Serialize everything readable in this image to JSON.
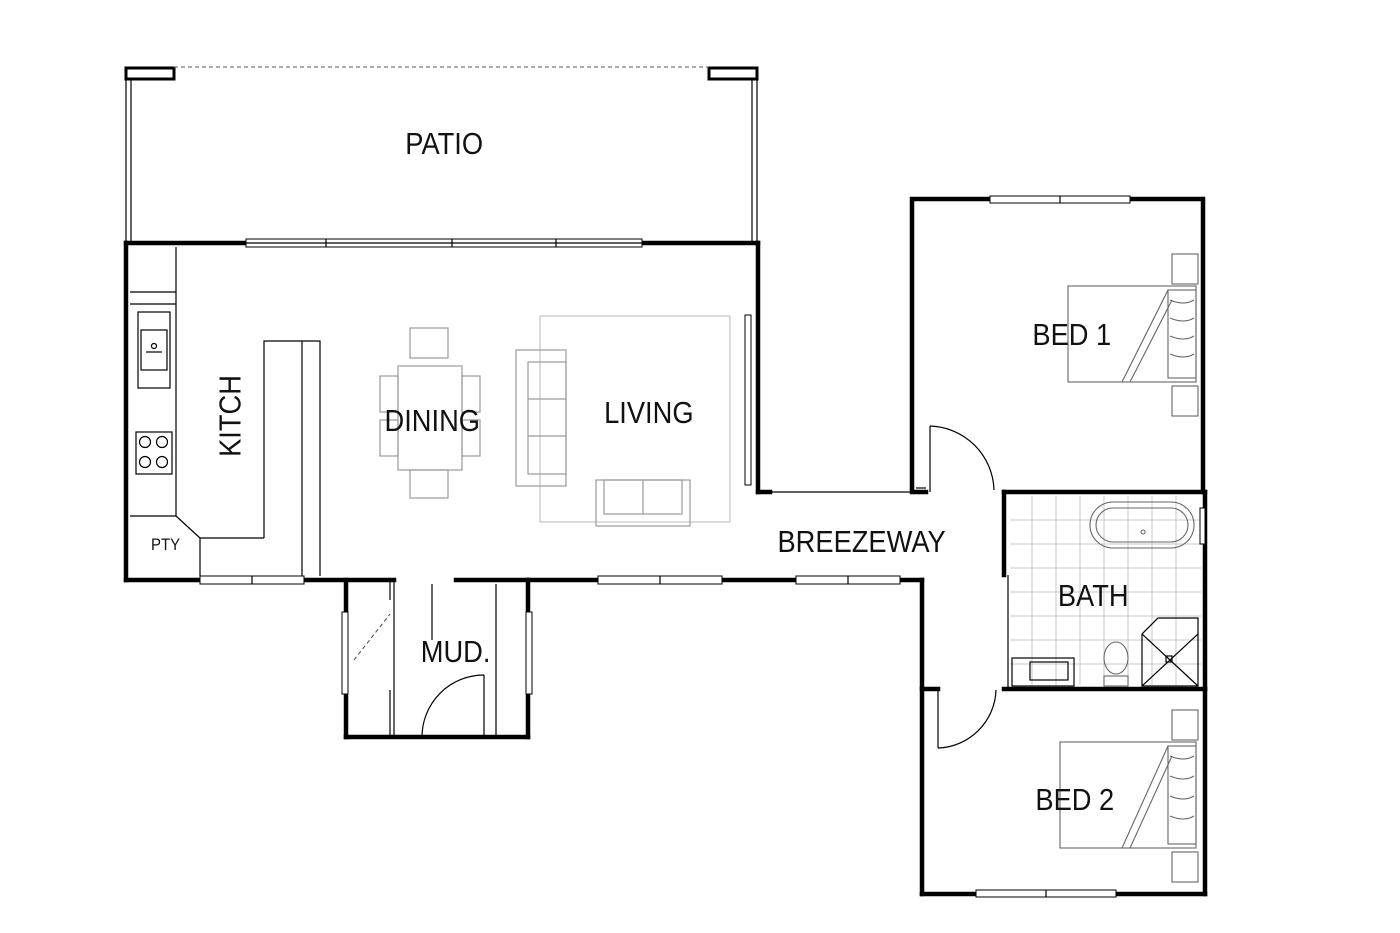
{
  "rooms": {
    "patio": "PATIO",
    "kitchen": "KITCH",
    "pantry": "PTY",
    "dining": "DINING",
    "living": "LIVING",
    "breezeway": "BREEZEWAY",
    "mud": "MUD.",
    "bed1": "BED 1",
    "bath": "BATH",
    "bed2": "BED 2"
  }
}
